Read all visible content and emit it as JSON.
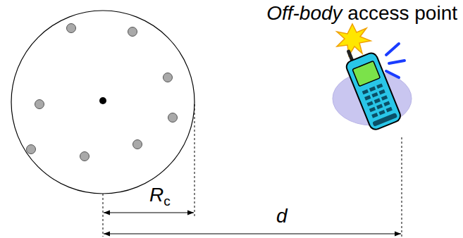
{
  "diagram": {
    "labels": [
      "Off-body access point",
      "Rc",
      "d"
    ]
  }
}
